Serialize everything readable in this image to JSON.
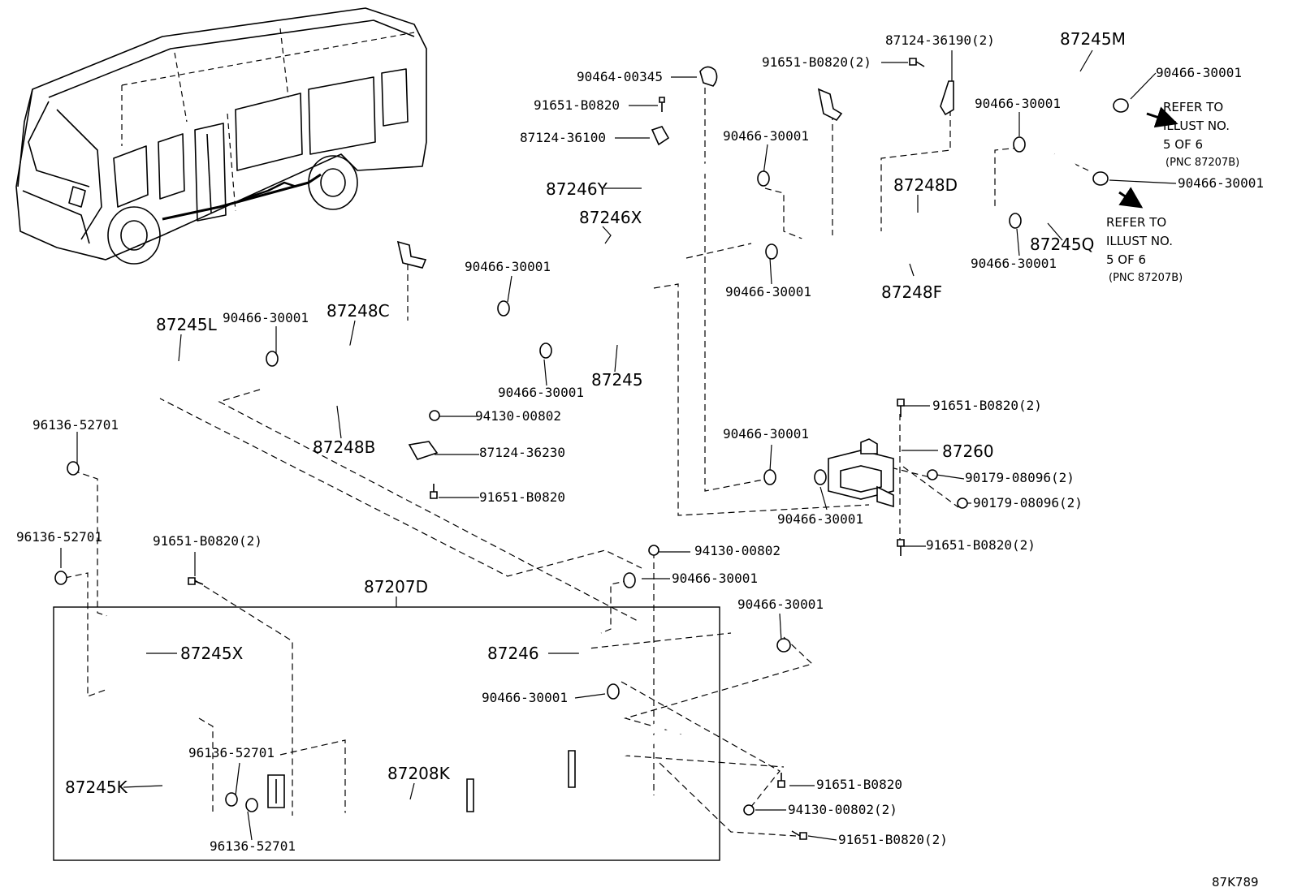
{
  "diagram": {
    "drawing_code": "87K789",
    "group_label": "87207D",
    "hoses": {
      "h87245M": "87245M",
      "h87245Q": "87245Q",
      "h87246Y": "87246Y",
      "h87246X": "87246X",
      "h87248D": "87248D",
      "h87248F": "87248F",
      "h87245L": "87245L",
      "h87248C": "87248C",
      "h87248B": "87248B",
      "h87245": "87245",
      "h87260": "87260",
      "h87246": "87246",
      "h87245X": "87245X",
      "h87245K": "87245K",
      "h87208K": "87208K"
    },
    "parts": {
      "p_90464_00345": "90464-00345",
      "p_91651_B0820_a": "91651-B0820",
      "p_87124_36100": "87124-36100",
      "p_90466_30001_a": "90466-30001",
      "p_91651_B0820_2_a": "91651-B0820(2)",
      "p_87124_36190_2": "87124-36190(2)",
      "p_90466_30001_b": "90466-30001",
      "p_90466_30001_c": "90466-30001",
      "p_90466_30001_d": "90466-30001",
      "p_90466_30001_e": "90466-30001",
      "p_90466_30001_f": "90466-30001",
      "p_90466_30001_g": "90466-30001",
      "p_90466_30001_h": "90466-30001",
      "p_90466_30001_i": "90466-30001",
      "p_94130_00802_a": "94130-00802",
      "p_87124_36230": "87124-36230",
      "p_91651_B0820_b": "91651-B0820",
      "p_91651_B0820_2_b": "91651-B0820(2)",
      "p_90466_30001_j": "90466-30001",
      "p_90179_08096_2_a": "90179-08096(2)",
      "p_90179_08096_2_b": "90179-08096(2)",
      "p_90466_30001_k": "90466-30001",
      "p_91651_B0820_2_c": "91651-B0820(2)",
      "p_96136_52701_a": "96136-52701",
      "p_96136_52701_b": "96136-52701",
      "p_91651_B0820_2_d": "91651-B0820(2)",
      "p_94130_00802_b": "94130-00802",
      "p_90466_30001_l": "90466-30001",
      "p_90466_30001_m": "90466-30001",
      "p_90466_30001_n": "90466-30001",
      "p_96136_52701_c": "96136-52701",
      "p_96136_52701_d": "96136-52701",
      "p_91651_B0820_c": "91651-B0820",
      "p_94130_00802_2": "94130-00802(2)",
      "p_91651_B0820_2_e": "91651-B0820(2)"
    },
    "refer_1": {
      "line1": "REFER TO",
      "line2": "ILLUST NO.",
      "line3": "5 OF 6",
      "line4": "(PNC 87207B)"
    },
    "refer_2": {
      "line1": "REFER TO",
      "line2": "ILLUST NO.",
      "line3": "5 OF 6",
      "line4": "(PNC 87207B)"
    }
  }
}
